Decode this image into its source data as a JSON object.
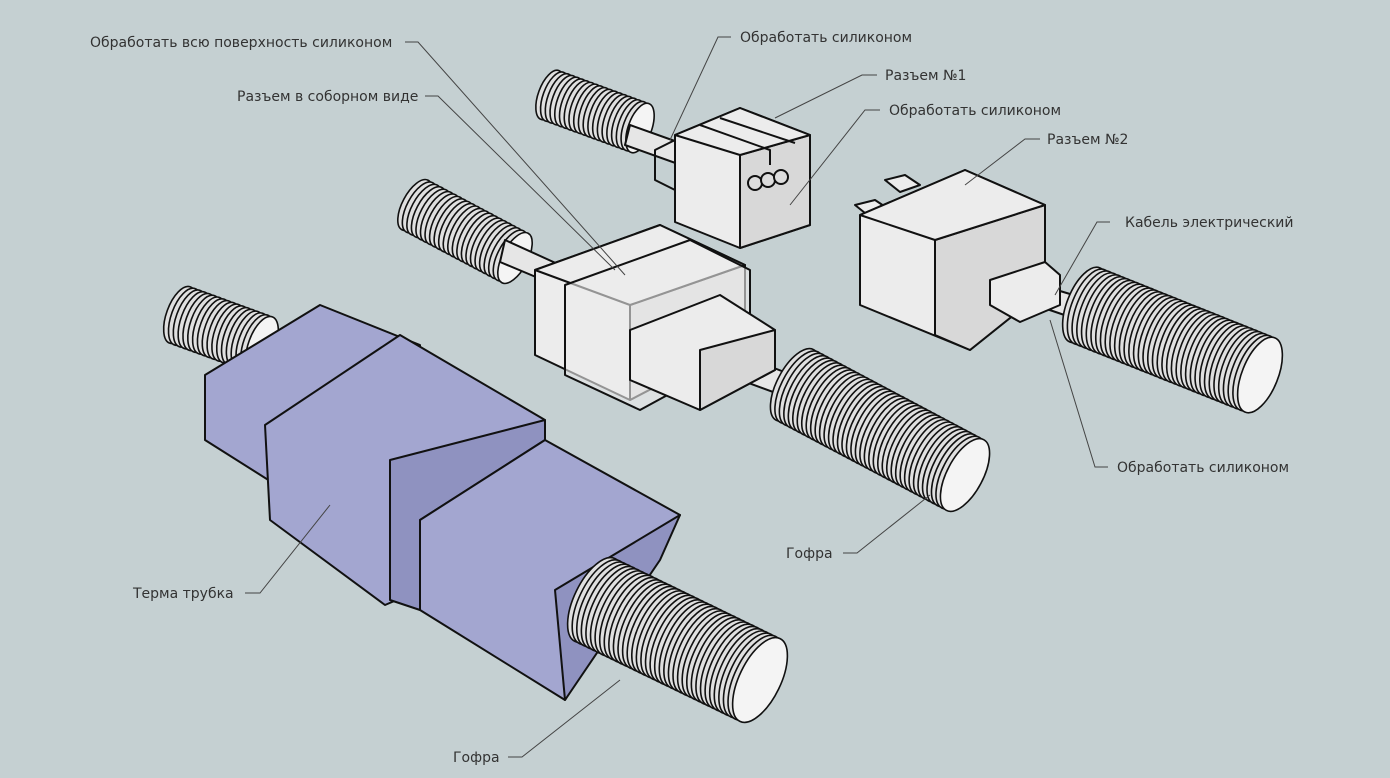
{
  "diagram": {
    "labels": {
      "coat_all_surface": "Обработать всю поверхность силиконом",
      "assembled_connector": "Разъем в соборном виде",
      "coat_silicone_1": "Обработать силиконом",
      "connector_1": "Разъем №1",
      "coat_silicone_2": "Обработать силиконом",
      "connector_2": "Разъем №2",
      "electric_cable": "Кабель электрический",
      "coat_silicone_3": "Обработать силиконом",
      "corrugated_tube_1": "Гофра",
      "heat_shrink_tube": "Терма трубка",
      "corrugated_tube_2": "Гофра"
    },
    "colors": {
      "background": "#c5d0d2",
      "connector": "#ececec",
      "heat_shrink": "#a3a6d0"
    }
  }
}
